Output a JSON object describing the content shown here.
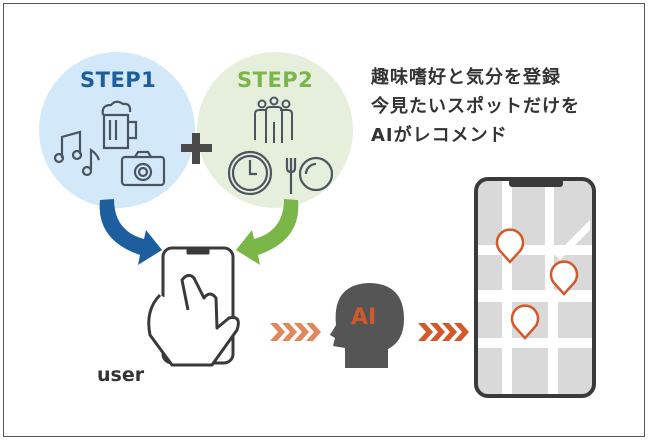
{
  "step1": {
    "label": "STEP1",
    "icons": [
      "music-notes-icon",
      "beer-mug-icon",
      "camera-icon"
    ],
    "color": "#1d5f9e"
  },
  "step2": {
    "label": "STEP2",
    "icons": [
      "group-people-icon",
      "clock-icon",
      "fork-plate-icon"
    ],
    "color": "#7ab648"
  },
  "description": [
    "趣味嗜好と気分を登録",
    "今見たいスポットだけを",
    "AIがレコメンド"
  ],
  "user_label": "user",
  "ai_label": "AI",
  "accent": "#d4592a"
}
